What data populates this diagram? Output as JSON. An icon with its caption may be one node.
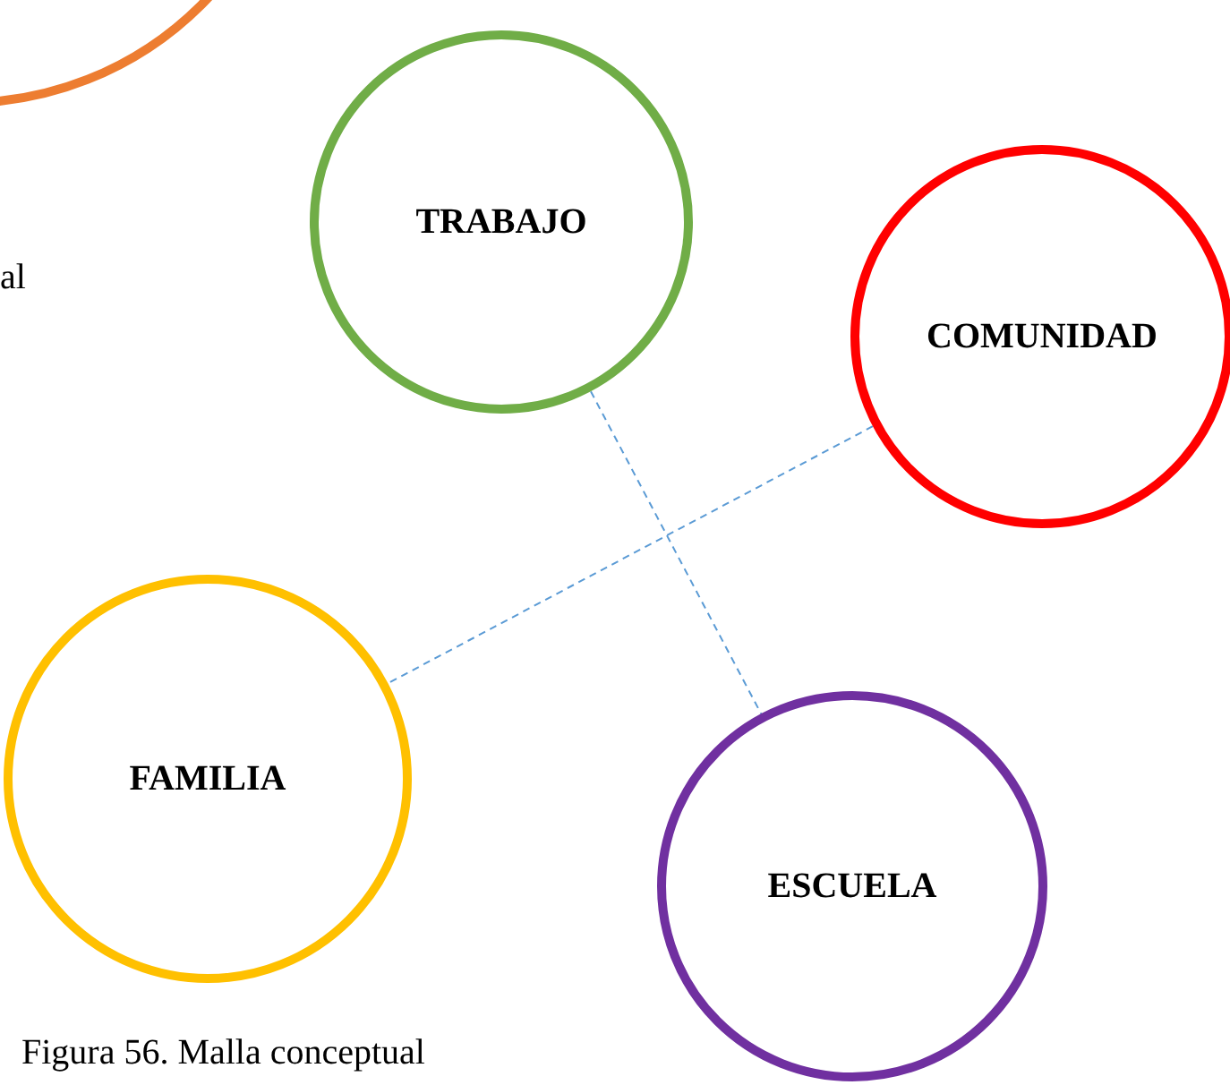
{
  "diagram": {
    "caption": "Figura 56. Malla conceptual",
    "nodes": [
      {
        "text": [],
        "shape": "circle"
      },
      {
        "text": [
          "TRABAJO"
        ]
      },
      {
        "text": [
          "COMUNIDAD"
        ]
      },
      {
        "text": [
          "FAMILIA"
        ]
      },
      {
        "text": [
          "ESCUELA"
        ]
      }
    ],
    "edges": [
      {
        "from": 1,
        "to": 4,
        "arrow": "none",
        "style": "dashed"
      },
      {
        "from": 2,
        "to": 3,
        "arrow": "none",
        "style": "dashed"
      }
    ],
    "labels": [
      "al"
    ]
  }
}
